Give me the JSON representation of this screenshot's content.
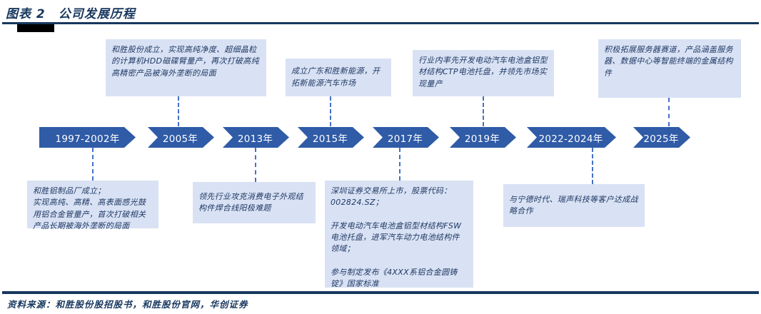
{
  "header": {
    "title": "图表 2　公司发展历程"
  },
  "timeline": {
    "years": [
      "1997-2002年",
      "2005年",
      "2013年",
      "2015年",
      "2017年",
      "2019年",
      "2022-2024年",
      "2025年"
    ]
  },
  "events": {
    "above": [
      {
        "anchor_year": "2005年",
        "text": "和胜股份成立，实现高纯净度、超细晶粒的计算机HDD磁碟臂量产，再次打破高纯高精密产品被海外垄断的局面"
      },
      {
        "anchor_year": "2015年",
        "text": "成立广东和胜新能源，开拓新能源汽车市场"
      },
      {
        "anchor_year": "2019年",
        "text": "行业内率先开发电动汽车电池盒铝型材结构CTP电池托盘，并领先市场实现量产"
      },
      {
        "anchor_year": "2025年",
        "text": "积极拓展服务器赛道，产品涵盖服务器、数据中心等智能终端的金属结构件"
      }
    ],
    "below": [
      {
        "anchor_year": "1997-2002年",
        "text": "和胜铝制品厂成立；\n实现高纯、高精、高表面感光鼓用铝合金管量产，首次打破相关产品长期被海外垄断的局面"
      },
      {
        "anchor_year": "2013年",
        "text": "领先行业攻克消费电子外观结构件焊合线阳极难题"
      },
      {
        "anchor_year": "2017年",
        "text": "深圳证券交易所上市，股票代码：002824.SZ；\n\n开发电动汽车电池盒铝型材结构FSW电池托盘，进军汽车动力电池结构件领域；\n\n参与制定发布《4XXX系铝合金圆铸锭》国家标准"
      },
      {
        "anchor_year": "2022-2024年",
        "text": "与宁德时代、瑞声科技等客户达成战略合作"
      }
    ]
  },
  "footer": {
    "source": "资料来源：和胜股份股招股书，和胜股份官网，华创证券"
  },
  "colors": {
    "navy": "#17375E",
    "arrow_blue": "#2F5BA7",
    "box_fill": "#D9E2F4",
    "box_text": "#1F3864",
    "connector_blue": "#4472C4"
  }
}
